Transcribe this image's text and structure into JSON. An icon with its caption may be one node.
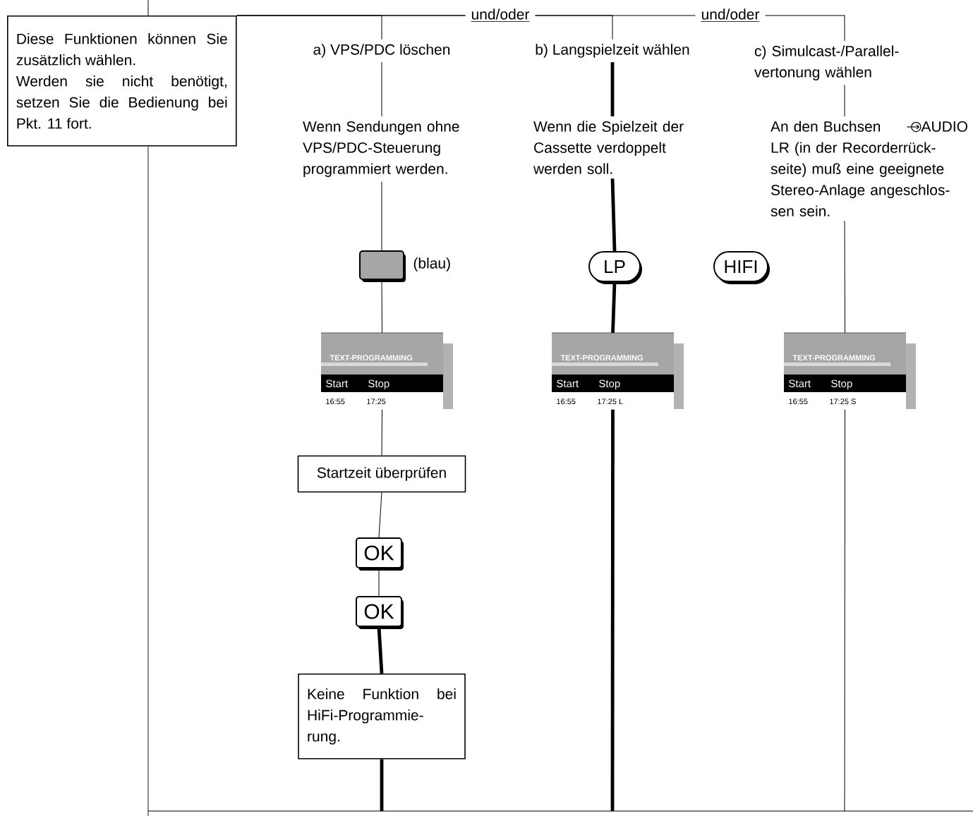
{
  "diagram": {
    "nodes": [
      {
        "text": [
          "Diese Funktionen können Sie zusätzlich wählen.",
          "Werden sie nicht benötigt, setzen Sie die Bedienung bei Pkt. 11 fort."
        ]
      },
      {
        "text": [
          "a) VPS/PDC löschen"
        ]
      },
      {
        "text": [
          "b) Langspielzeit wählen"
        ]
      },
      {
        "text": [
          "c) Simulcast-/Parallel- vertonung wählen"
        ]
      },
      {
        "text": [
          "Wenn Sendungen ohne VPS/PDC-Steuerung programmiert werden."
        ]
      },
      {
        "text": [
          "Wenn die Spielzeit der Cassette verdoppelt werden soll."
        ]
      },
      {
        "text": [
          "An den Buchsen",
          "AUDIO",
          "LR (in der Recorderrück- seite) muß eine geeignete Stereo-Anlage angeschlos- sen sein."
        ]
      },
      {
        "text": [],
        "shape": "box",
        "beside": [
          "(blau)"
        ]
      },
      {
        "text": [
          "LP"
        ]
      },
      {
        "text": [
          "HIFI"
        ]
      },
      {
        "text": [
          "TEXT-PROGRAMMING",
          "Start",
          "Stop",
          "16:55",
          "17:25"
        ]
      },
      {
        "text": [
          "TEXT-PROGRAMMING",
          "Start",
          "Stop",
          "16:55",
          "17:25 L"
        ]
      },
      {
        "text": [
          "TEXT-PROGRAMMING",
          "Start",
          "Stop",
          "16:55",
          "17:25 S"
        ]
      },
      {
        "text": [
          "Startzeit überprüfen"
        ]
      },
      {
        "text": [
          "OK"
        ]
      },
      {
        "text": [
          "OK"
        ]
      },
      {
        "text": [
          "Keine Funktion bei HiFi-Programmie- rung."
        ]
      }
    ],
    "edges": [
      {
        "from": null,
        "to": 0,
        "arrow": "none"
      },
      {
        "from": 0,
        "to": 1,
        "arrow": "none"
      },
      {
        "from": 0,
        "to": 2,
        "arrow": "none",
        "label": "und/oder"
      },
      {
        "from": 0,
        "to": 3,
        "arrow": "none",
        "label": "und/oder"
      },
      {
        "from": 1,
        "to": 4,
        "arrow": "none"
      },
      {
        "from": 4,
        "to": 7,
        "arrow": "none"
      },
      {
        "from": 7,
        "to": 10,
        "arrow": "none"
      },
      {
        "from": 10,
        "to": 13,
        "arrow": "none"
      },
      {
        "from": 13,
        "to": 14,
        "arrow": "none"
      },
      {
        "from": 14,
        "to": 15,
        "arrow": "none"
      },
      {
        "from": 15,
        "to": 16,
        "arrow": "none",
        "style": "thick"
      },
      {
        "from": 16,
        "to": null,
        "arrow": "none",
        "style": "thick"
      },
      {
        "from": 2,
        "to": 5,
        "arrow": "none",
        "style": "thick"
      },
      {
        "from": 5,
        "to": 8,
        "arrow": "none",
        "style": "thick"
      },
      {
        "from": 8,
        "to": 11,
        "arrow": "none",
        "style": "thick"
      },
      {
        "from": 11,
        "to": null,
        "arrow": "none",
        "style": "thick"
      },
      {
        "from": 3,
        "to": 6,
        "arrow": "none"
      },
      {
        "from": 6,
        "to": 12,
        "arrow": "none"
      },
      {
        "from": 12,
        "to": null,
        "arrow": "none"
      },
      {
        "from": 0,
        "to": null,
        "arrow": "none"
      }
    ]
  }
}
